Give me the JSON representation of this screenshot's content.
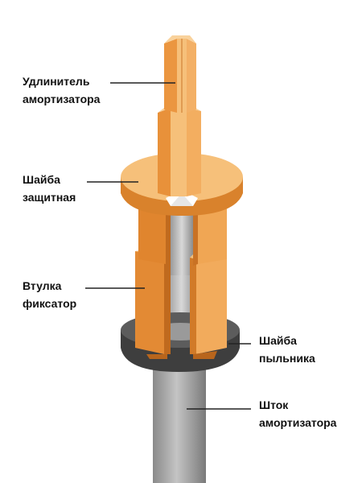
{
  "colors": {
    "copper_light": "#f6c07a",
    "copper_mid": "#eea04e",
    "copper_dark": "#d27a24",
    "copper_edge": "#b8651c",
    "rod_light": "#c9c9c9",
    "rod_mid": "#a7a7a7",
    "rod_dark": "#7c7c7c",
    "washer_dark": "#4a4a4a",
    "washer_top": "#6d6d6d",
    "leader": "#222222",
    "text": "#111111"
  },
  "labels": {
    "extender": {
      "line1": "Удлинитель",
      "line2": "амортизатора"
    },
    "protective_washer": {
      "line1": "Шайба",
      "line2": "защитная"
    },
    "retainer_bushing": {
      "line1": "Втулка",
      "line2": "фиксатор"
    },
    "dust_washer": {
      "line1": "Шайба",
      "line2": "пыльника"
    },
    "rod": {
      "line1": "Шток",
      "line2": "амортизатора"
    }
  }
}
